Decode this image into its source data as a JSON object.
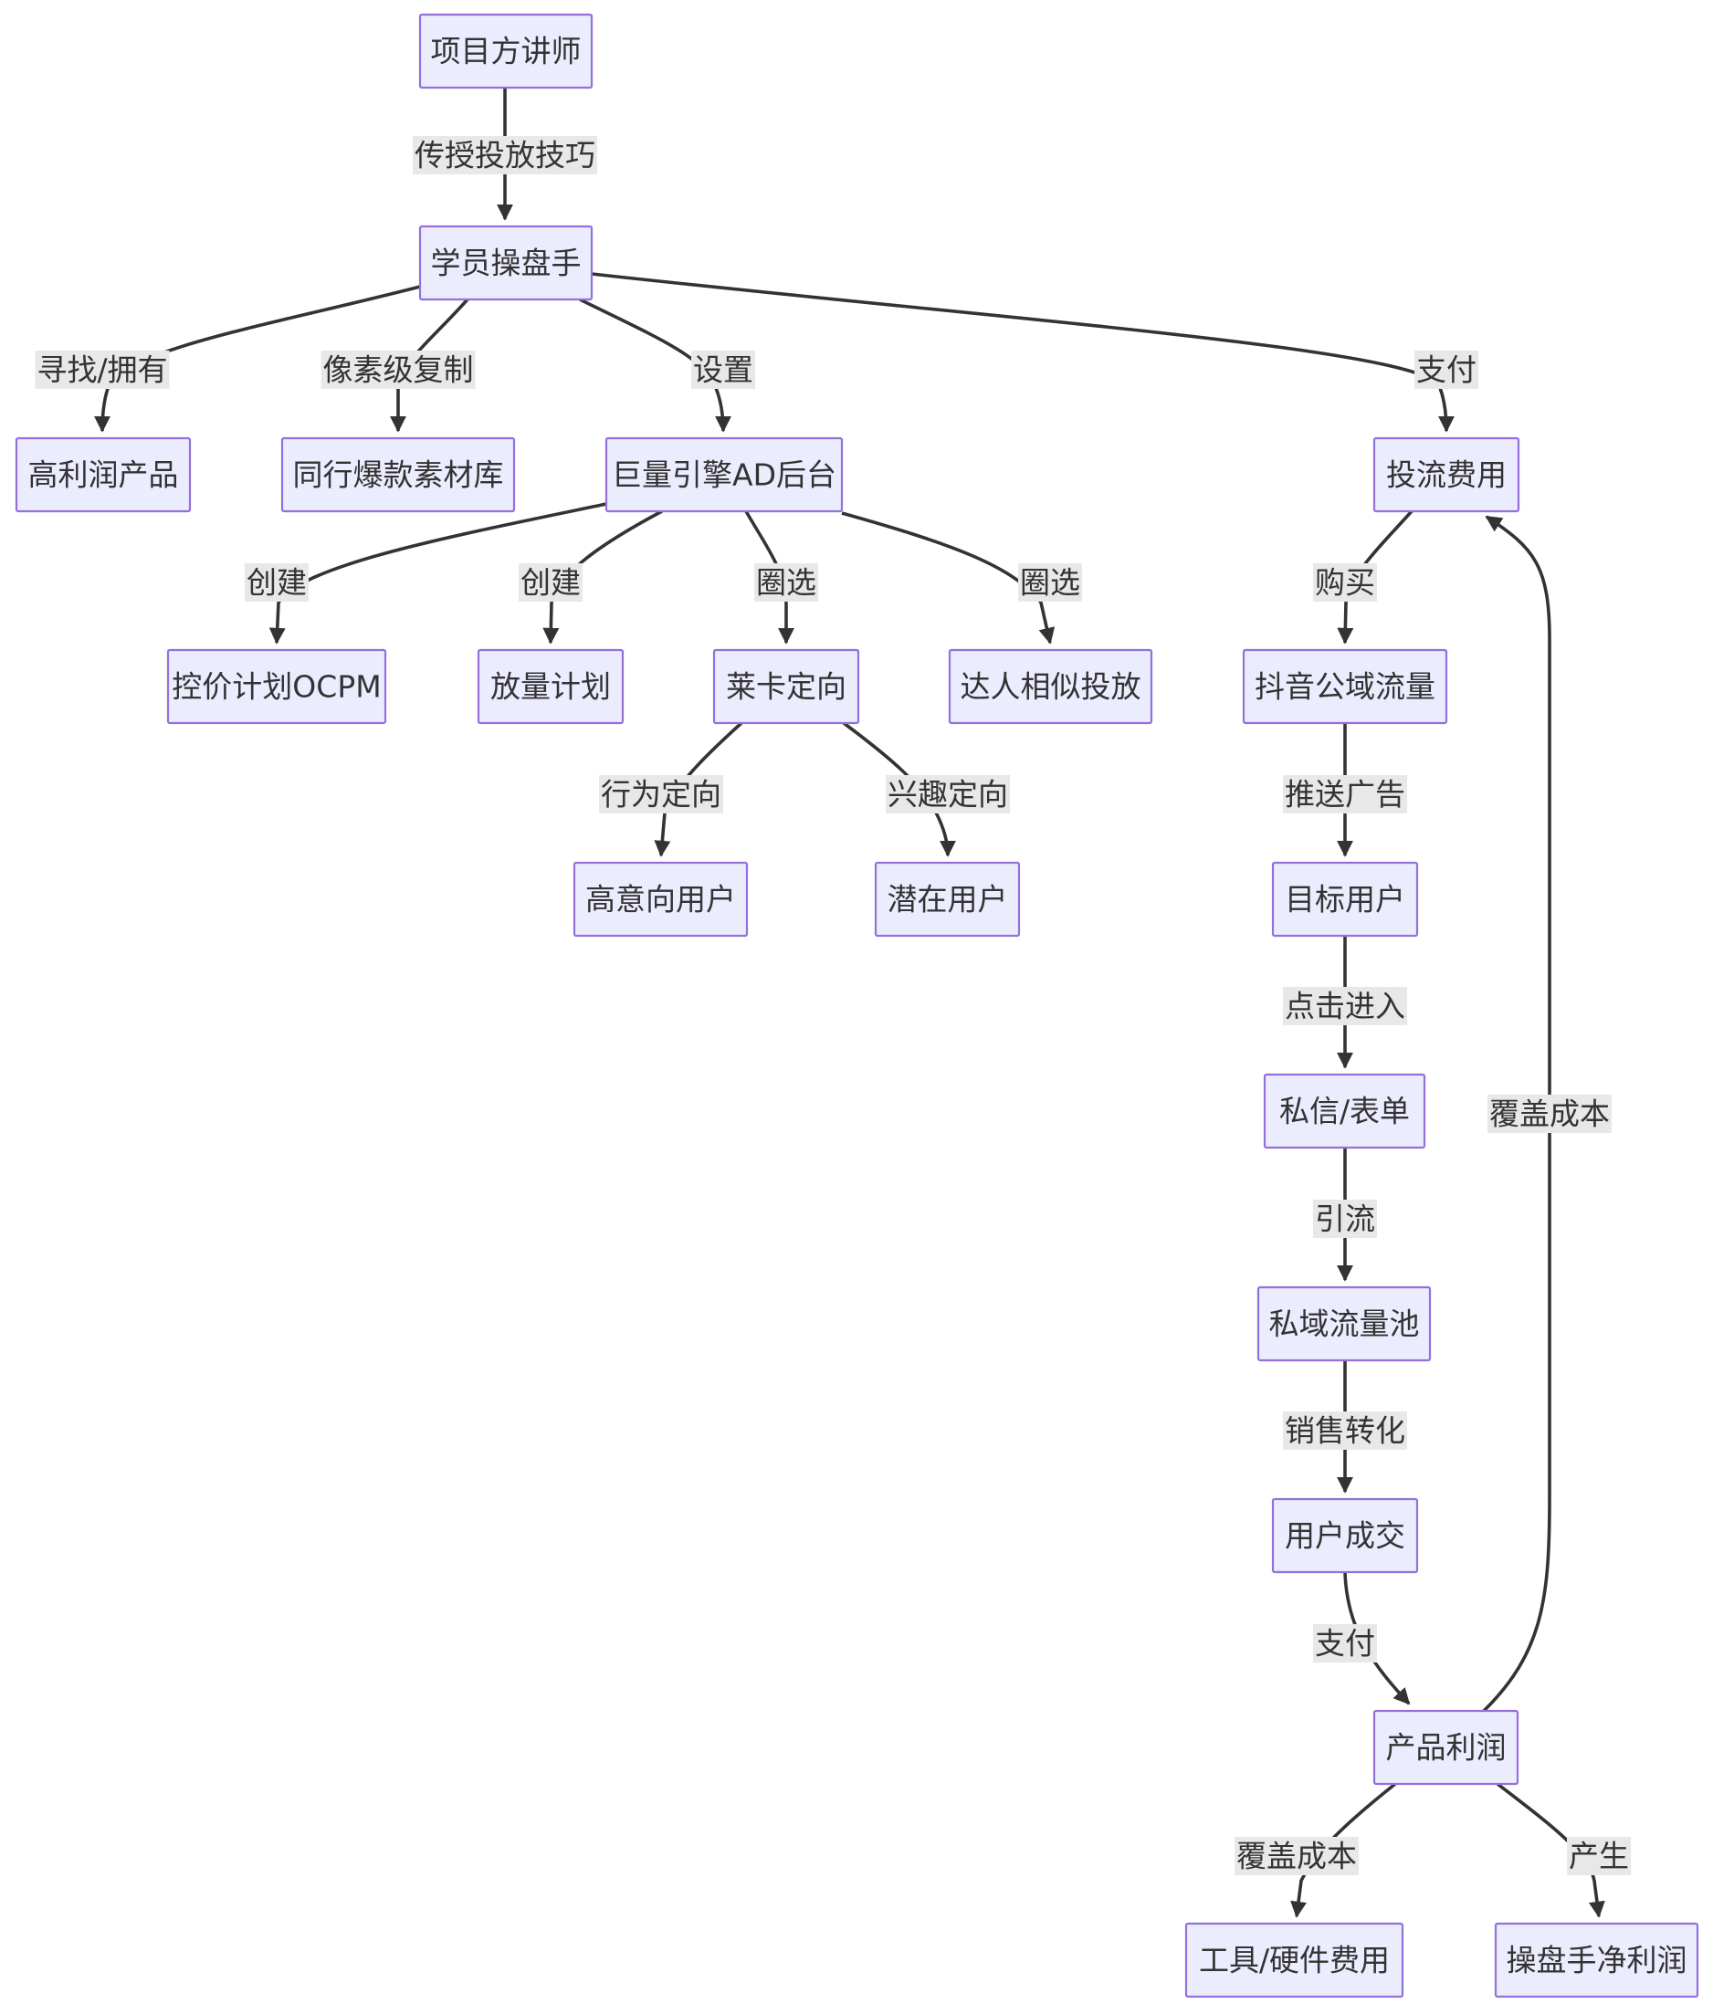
{
  "nodes": [
    {
      "id": "lecturer",
      "label": "项目方讲师"
    },
    {
      "id": "operator",
      "label": "学员操盘手"
    },
    {
      "id": "product",
      "label": "高利润产品"
    },
    {
      "id": "library",
      "label": "同行爆款素材库"
    },
    {
      "id": "backend",
      "label": "巨量引擎AD后台"
    },
    {
      "id": "fee",
      "label": "投流费用"
    },
    {
      "id": "ocpm",
      "label": "控价计划OCPM"
    },
    {
      "id": "volume",
      "label": "放量计划"
    },
    {
      "id": "laika",
      "label": "莱卡定向"
    },
    {
      "id": "lookalike",
      "label": "达人相似投放"
    },
    {
      "id": "public",
      "label": "抖音公域流量"
    },
    {
      "id": "highintent",
      "label": "高意向用户"
    },
    {
      "id": "potential",
      "label": "潜在用户"
    },
    {
      "id": "target",
      "label": "目标用户"
    },
    {
      "id": "dm",
      "label": "私信/表单"
    },
    {
      "id": "private",
      "label": "私域流量池"
    },
    {
      "id": "deal",
      "label": "用户成交"
    },
    {
      "id": "profit",
      "label": "产品利润"
    },
    {
      "id": "tools",
      "label": "工具/硬件费用"
    },
    {
      "id": "net",
      "label": "操盘手净利润"
    }
  ],
  "edges": [
    {
      "from": "lecturer",
      "to": "operator",
      "label": "传授投放技巧"
    },
    {
      "from": "operator",
      "to": "product",
      "label": "寻找/拥有"
    },
    {
      "from": "operator",
      "to": "library",
      "label": "像素级复制"
    },
    {
      "from": "operator",
      "to": "backend",
      "label": "设置"
    },
    {
      "from": "operator",
      "to": "fee",
      "label": "支付"
    },
    {
      "from": "backend",
      "to": "ocpm",
      "label": "创建"
    },
    {
      "from": "backend",
      "to": "volume",
      "label": "创建"
    },
    {
      "from": "backend",
      "to": "laika",
      "label": "圈选"
    },
    {
      "from": "backend",
      "to": "lookalike",
      "label": "圈选"
    },
    {
      "from": "fee",
      "to": "public",
      "label": "购买"
    },
    {
      "from": "laika",
      "to": "highintent",
      "label": "行为定向"
    },
    {
      "from": "laika",
      "to": "potential",
      "label": "兴趣定向"
    },
    {
      "from": "public",
      "to": "target",
      "label": "推送广告"
    },
    {
      "from": "target",
      "to": "dm",
      "label": "点击进入"
    },
    {
      "from": "dm",
      "to": "private",
      "label": "引流"
    },
    {
      "from": "private",
      "to": "deal",
      "label": "销售转化"
    },
    {
      "from": "deal",
      "to": "profit",
      "label": "支付"
    },
    {
      "from": "profit",
      "to": "fee",
      "label": "覆盖成本"
    },
    {
      "from": "profit",
      "to": "tools",
      "label": "覆盖成本"
    },
    {
      "from": "profit",
      "to": "net",
      "label": "产生"
    }
  ]
}
